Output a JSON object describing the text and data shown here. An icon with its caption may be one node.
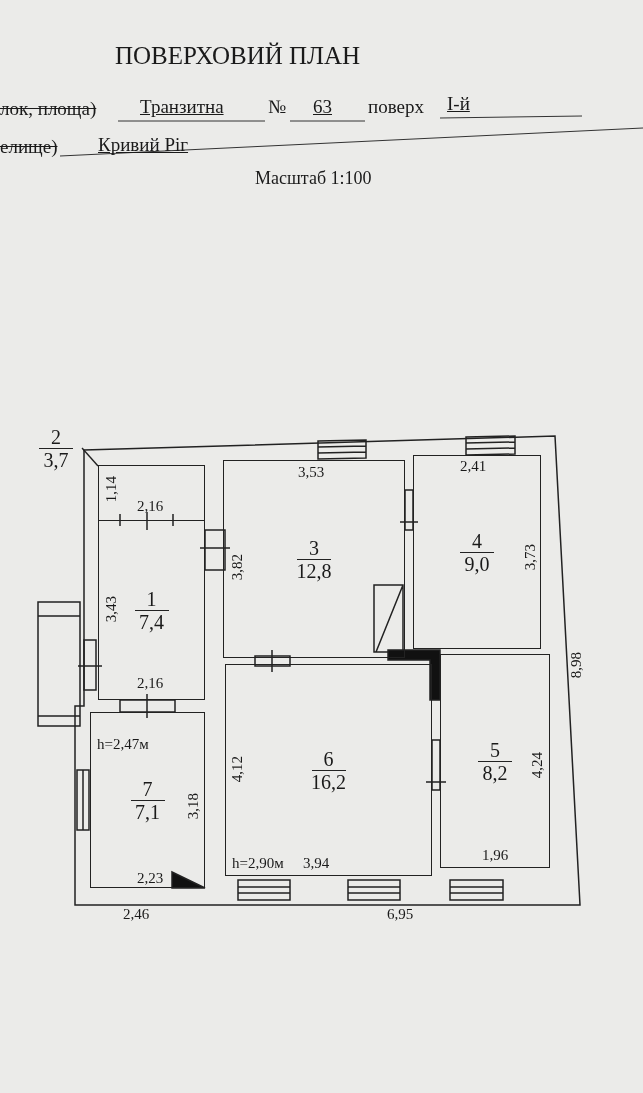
{
  "diagram": {
    "title": "ПОВЕРХОВИЙ ПЛАН",
    "nodes": [
      {
        "text": [
          "2",
          "3,7"
        ]
      },
      {
        "text": [],
        "shape": "box"
      },
      {
        "text": [
          "3",
          "12,8"
        ]
      },
      {
        "text": [
          "4",
          "9,0"
        ]
      },
      {
        "text": [
          "1",
          "7,4"
        ]
      },
      {
        "text": [
          "6",
          "16,2"
        ]
      },
      {
        "text": [
          "5",
          "8,2"
        ]
      },
      {
        "text": [
          "7",
          "7,1"
        ]
      }
    ],
    "edges": [
      {
        "from": 0,
        "to": 1,
        "arrow": "none"
      }
    ],
    "labels": [
      "лок, площа)",
      "Транзитна",
      "№",
      "63",
      "поверх",
      "І-й",
      "елище)",
      "Кривий Ріг",
      "Масштаб 1:100",
      "3,53",
      "2,41",
      "1,14",
      "2,16",
      "3,82",
      "3,73",
      "3,43",
      "8,98",
      "2,16",
      "h=2,47м",
      "4,12",
      "4,24",
      "3,18",
      "h=2,90м",
      "3,94",
      "1,96",
      "2,23",
      "2,46",
      "6,95"
    ]
  }
}
